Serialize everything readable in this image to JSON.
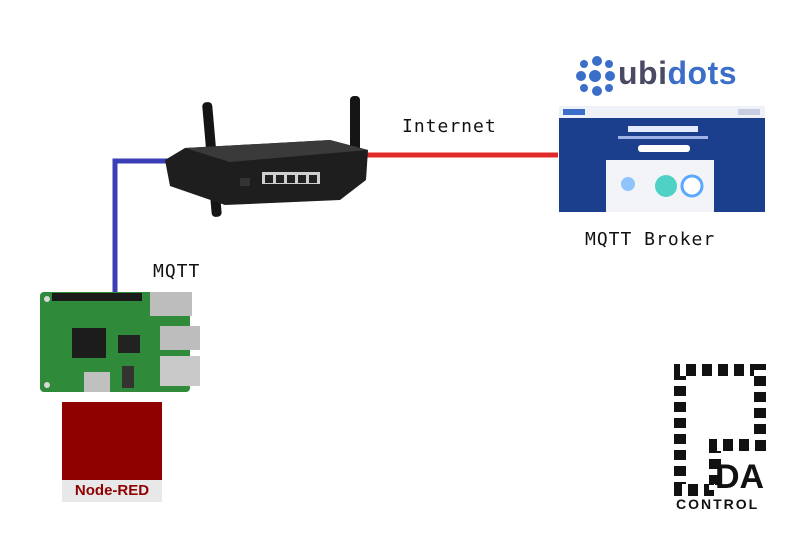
{
  "labels": {
    "internet": "Internet",
    "broker": "MQTT Broker",
    "mqtt": "MQTT"
  },
  "logos": {
    "ubidots_prefix": "ubi",
    "ubidots_suffix": "dots",
    "node_red": "Node-RED",
    "pda_control": "CONTROL"
  },
  "colors": {
    "internet_link": "#e02a2a",
    "mqtt_link": "#3a3fb5",
    "node_red": "#8f0000",
    "ubidots_accent": "#3a6ec9"
  }
}
